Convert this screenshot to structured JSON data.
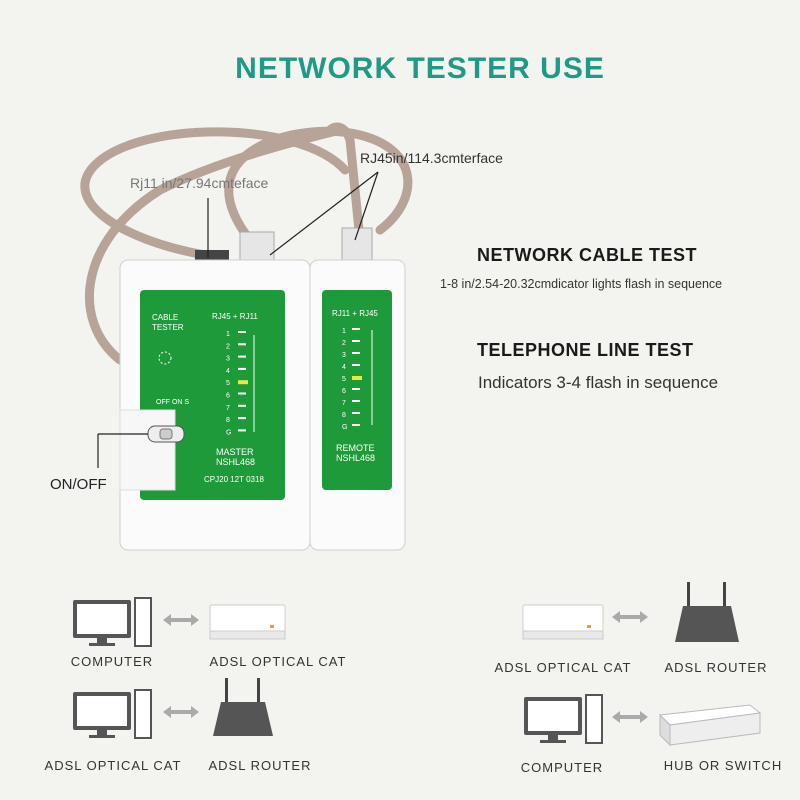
{
  "title": "NETWORK TESTER USE",
  "callouts": {
    "rj11": "Rj11 in/27.94cmteface",
    "rj45": "RJ45in/114.3cmterface",
    "onoff": "ON/OFF"
  },
  "sections": [
    {
      "heading": "NETWORK CABLE TEST",
      "text": "1-8 in/2.54-20.32cmdicator lights flash in sequence"
    },
    {
      "heading": "TELEPHONE LINE TEST",
      "text": "Indicators 3-4 flash in sequence"
    }
  ],
  "device": {
    "master": {
      "panel_title_1": "CABLE",
      "panel_title_2": "TESTER",
      "port_label": "RJ45 + RJ11",
      "switch_label": "OFF ON S",
      "name": "MASTER",
      "model": "NSHL468",
      "serial": "CPJ20 12T 0318"
    },
    "remote": {
      "port_label": "RJ11 + RJ45",
      "name": "REMOTE",
      "model": "NSHL468"
    },
    "leds": [
      "1",
      "2",
      "3",
      "4",
      "5",
      "6",
      "7",
      "8",
      "G"
    ],
    "lit_led": "5",
    "colors": {
      "panel": "#1f9a3a",
      "lit": "#e8ea3a",
      "title": "#1f9a86"
    }
  },
  "diagrams": [
    {
      "left": {
        "icon": "computer-icon",
        "label": "COMPUTER"
      },
      "right": {
        "icon": "modem-icon",
        "label": "ADSL OPTICAL CAT"
      }
    },
    {
      "left": {
        "icon": "modem-icon",
        "label": "ADSL OPTICAL CAT"
      },
      "right": {
        "icon": "router-icon",
        "label": "ADSL ROUTER"
      }
    },
    {
      "left": {
        "icon": "modem-icon",
        "label": "ADSL OPTICAL CAT"
      },
      "right": {
        "icon": "router-icon",
        "label": "ADSL ROUTER"
      }
    },
    {
      "left": {
        "icon": "computer-icon",
        "label": "COMPUTER"
      },
      "right": {
        "icon": "switch-icon",
        "label": "HUB OR SWITCH"
      }
    }
  ]
}
